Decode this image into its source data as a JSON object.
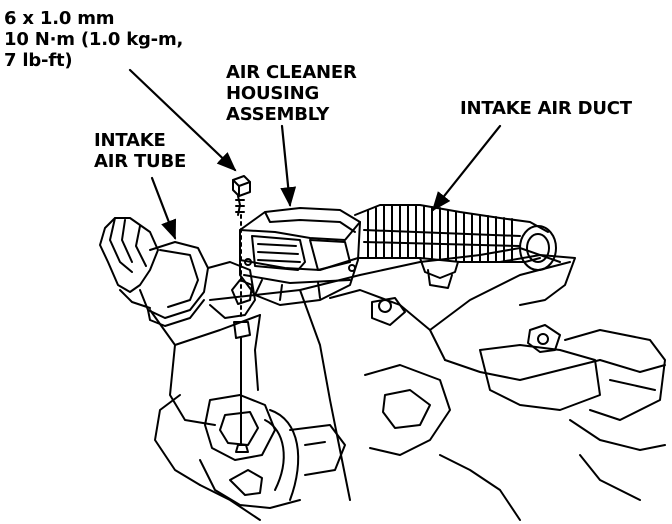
{
  "labels": {
    "bolt_spec": {
      "line1": "6 x 1.0 mm",
      "line2": "10 N·m (1.0 kg-m,",
      "line3": "7 lb-ft)"
    },
    "housing": {
      "line1": "AIR CLEANER",
      "line2": "HOUSING",
      "line3": "ASSEMBLY"
    },
    "intake_air_duct": "INTAKE AIR DUCT",
    "intake_air_tube": {
      "line1": "INTAKE",
      "line2": "AIR TUBE"
    }
  },
  "colors": {
    "ink": "#000000",
    "paper": "#ffffff"
  }
}
